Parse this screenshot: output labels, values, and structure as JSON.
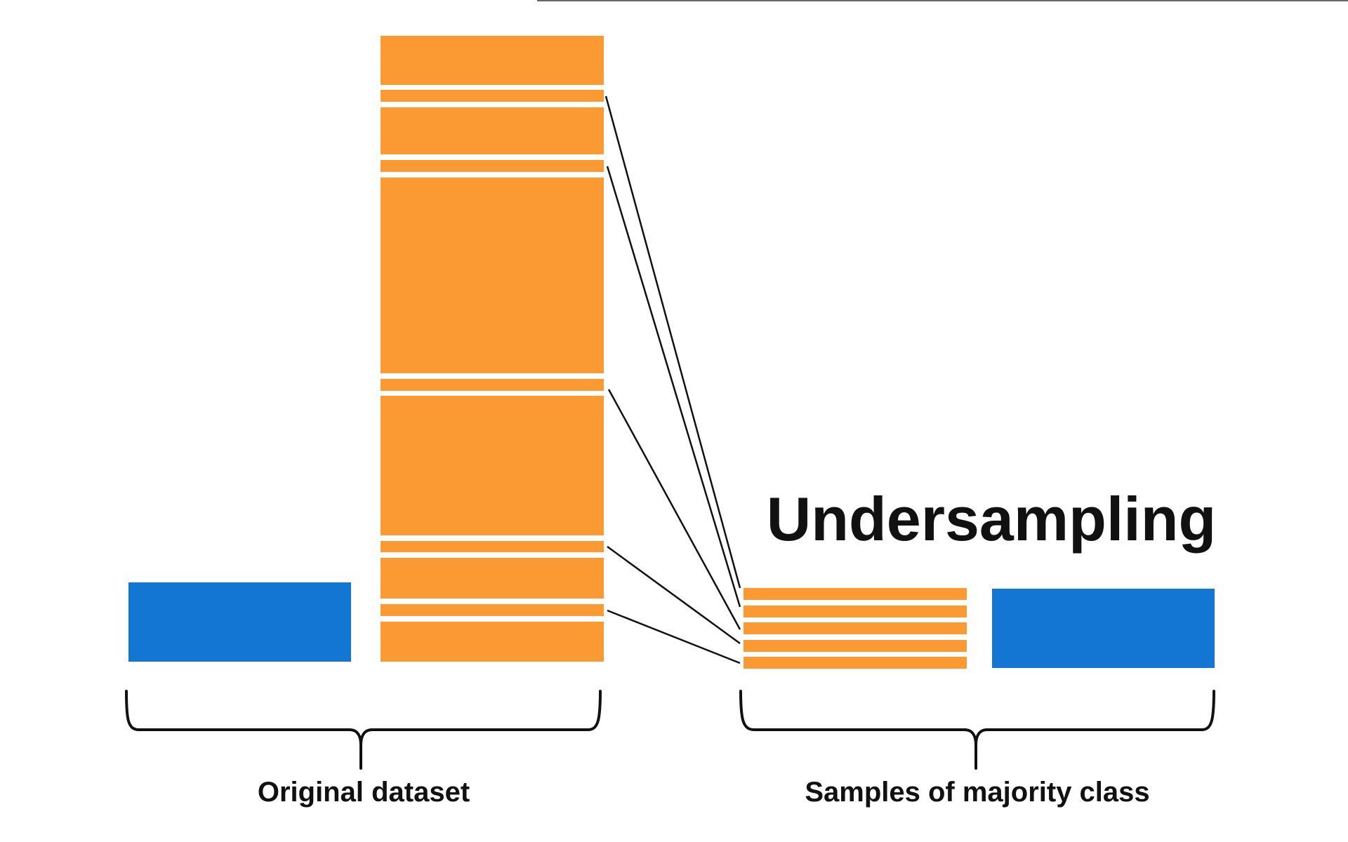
{
  "title": "Undersampling",
  "labels": {
    "original": "Original dataset",
    "samples": "Samples of majority class"
  },
  "colors": {
    "majority": "#FB9A33",
    "minority": "#1476D3",
    "line": "#111111",
    "background": "#FFFFFF"
  }
}
